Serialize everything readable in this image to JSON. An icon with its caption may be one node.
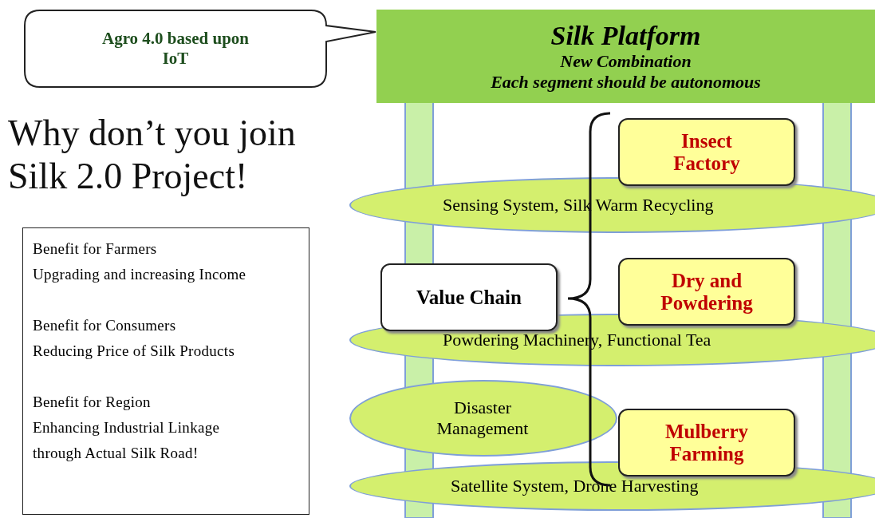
{
  "diagram": {
    "title": "Why don’t you join Silk 2.0 Project!",
    "nodes": [
      {
        "text": [
          "Silk Platform",
          "New Combination",
          "Each segment should be autonomous"
        ]
      },
      {
        "text": [
          "Agro 4.0 based upon IoT"
        ]
      },
      {
        "text": [
          "Insect Factory"
        ]
      },
      {
        "text": [
          "Sensing System, Silk Warm Recycling"
        ]
      },
      {
        "text": [
          "Value Chain"
        ]
      },
      {
        "text": [
          "Dry and Powdering"
        ]
      },
      {
        "text": [
          "Powdering Machinery, Functional Tea"
        ]
      },
      {
        "text": [
          "Disaster Management"
        ]
      },
      {
        "text": [
          "Mulberry Farming"
        ]
      },
      {
        "text": [
          "Satellite  System, Drone Harvesting"
        ]
      },
      {
        "text": [
          "Benefit for Farmers",
          "Upgrading and increasing Income",
          "Benefit for Consumers",
          "Reducing Price of Silk Products",
          "Benefit for Region",
          "Enhancing Industrial Linkage through Actual Silk Road!"
        ]
      }
    ]
  }
}
